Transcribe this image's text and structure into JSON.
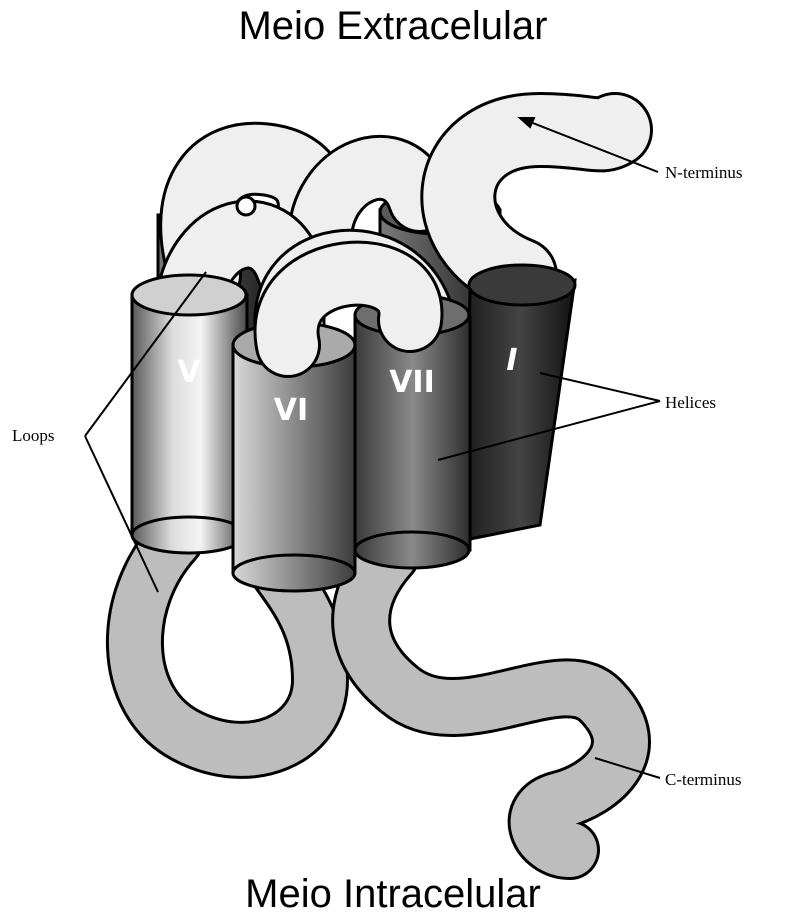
{
  "regions": {
    "top": "Meio Extracelular",
    "bottom": "Meio Intracelular"
  },
  "callouts": {
    "n_terminus": "N-terminus",
    "helices": "Helices",
    "loops": "Loops",
    "c_terminus": "C-terminus"
  },
  "helix_numerals": {
    "v": "V",
    "vi": "VI",
    "vii": "VII",
    "i": "I"
  },
  "colors": {
    "loop_light": "#efefef",
    "loop_gray": "#bdbdbd",
    "outline": "#000000"
  }
}
